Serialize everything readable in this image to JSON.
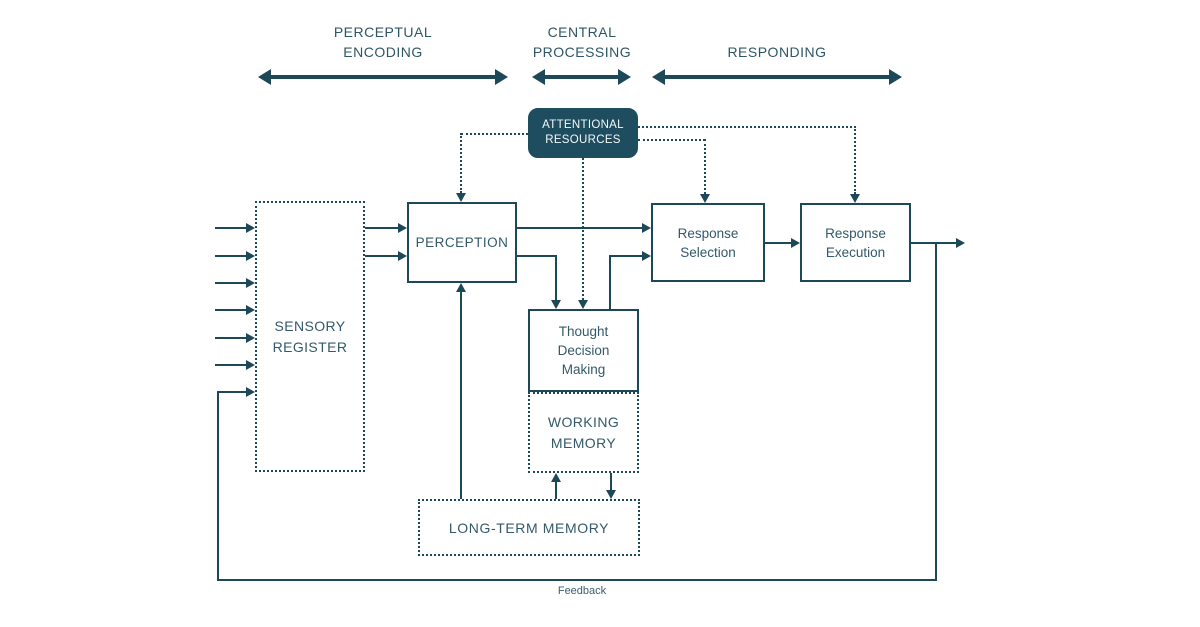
{
  "header": {
    "stages": [
      {
        "label": "PERCEPTUAL\nENCODING"
      },
      {
        "label": "CENTRAL\nPROCESSING"
      },
      {
        "label": "RESPONDING"
      }
    ]
  },
  "nodes": {
    "attentional_resources": "ATTENTIONAL\nRESOURCES",
    "sensory_register": "SENSORY\nREGISTER",
    "perception": "PERCEPTION",
    "thought_decision": "Thought\nDecision\nMaking",
    "working_memory": "WORKING\nMEMORY",
    "long_term_memory": "LONG-TERM MEMORY",
    "response_selection": "Response\nSelection",
    "response_execution": "Response\nExecution"
  },
  "labels": {
    "feedback": "Feedback"
  },
  "colors": {
    "line": "#1c4858",
    "text": "#33596a",
    "node_fill": "#1d4d5f",
    "background": "#ffffff"
  }
}
